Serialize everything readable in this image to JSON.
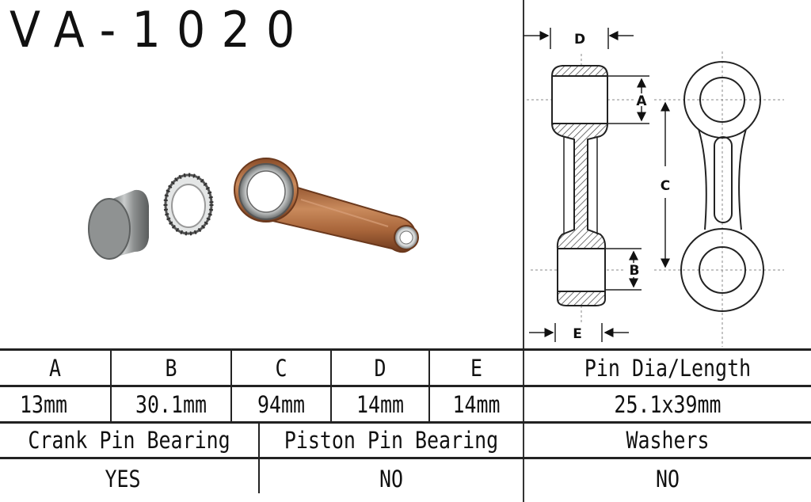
{
  "header": {
    "part_number": "VA-1020"
  },
  "diagram": {
    "labels": {
      "D": "D",
      "A": "A",
      "C": "C",
      "B": "B",
      "E": "E"
    }
  },
  "photo": {
    "items": [
      "piston-pin",
      "needle-bearing",
      "connecting-rod"
    ],
    "colors": {
      "steel": "#8c8f8f",
      "copper": "#b8774a",
      "dark_copper": "#7a4424"
    }
  },
  "spec_table": {
    "headers": [
      "A",
      "B",
      "C",
      "D",
      "E",
      "Pin Dia/Length"
    ],
    "values": [
      "13mm",
      "30.1mm",
      "94mm",
      "14mm",
      "14mm",
      "25.1x39mm"
    ]
  },
  "parts_table": {
    "headers": [
      "Crank Pin Bearing",
      "Piston Pin Bearing",
      "Washers"
    ],
    "values": [
      "YES",
      "NO",
      "NO"
    ]
  }
}
